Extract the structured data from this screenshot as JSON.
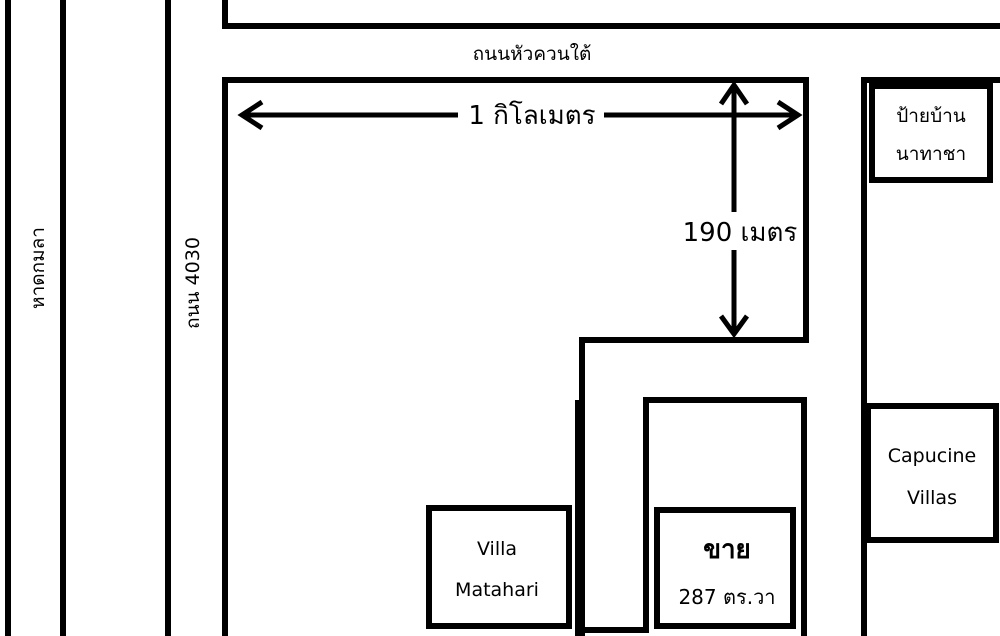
{
  "map": {
    "roads": {
      "beach": "หาดกมลา",
      "road_4030": "ถนน 4030",
      "north_road": "ถนนหัวควนใต้"
    },
    "distances": {
      "horizontal": "1 กิโลเมตร",
      "vertical": "190 เมตร"
    },
    "landmarks": {
      "bus_stop_line1": "ป้ายบ้าน",
      "bus_stop_line2": "นาทาชา",
      "capucine_line1": "Capucine",
      "capucine_line2": "Villas",
      "villa_line1": "Villa",
      "villa_line2": "Matahari"
    },
    "sale": {
      "title": "ขาย",
      "area": "287 ตร.วา"
    },
    "colors": {
      "line": "#000000",
      "background": "#ffffff"
    }
  }
}
